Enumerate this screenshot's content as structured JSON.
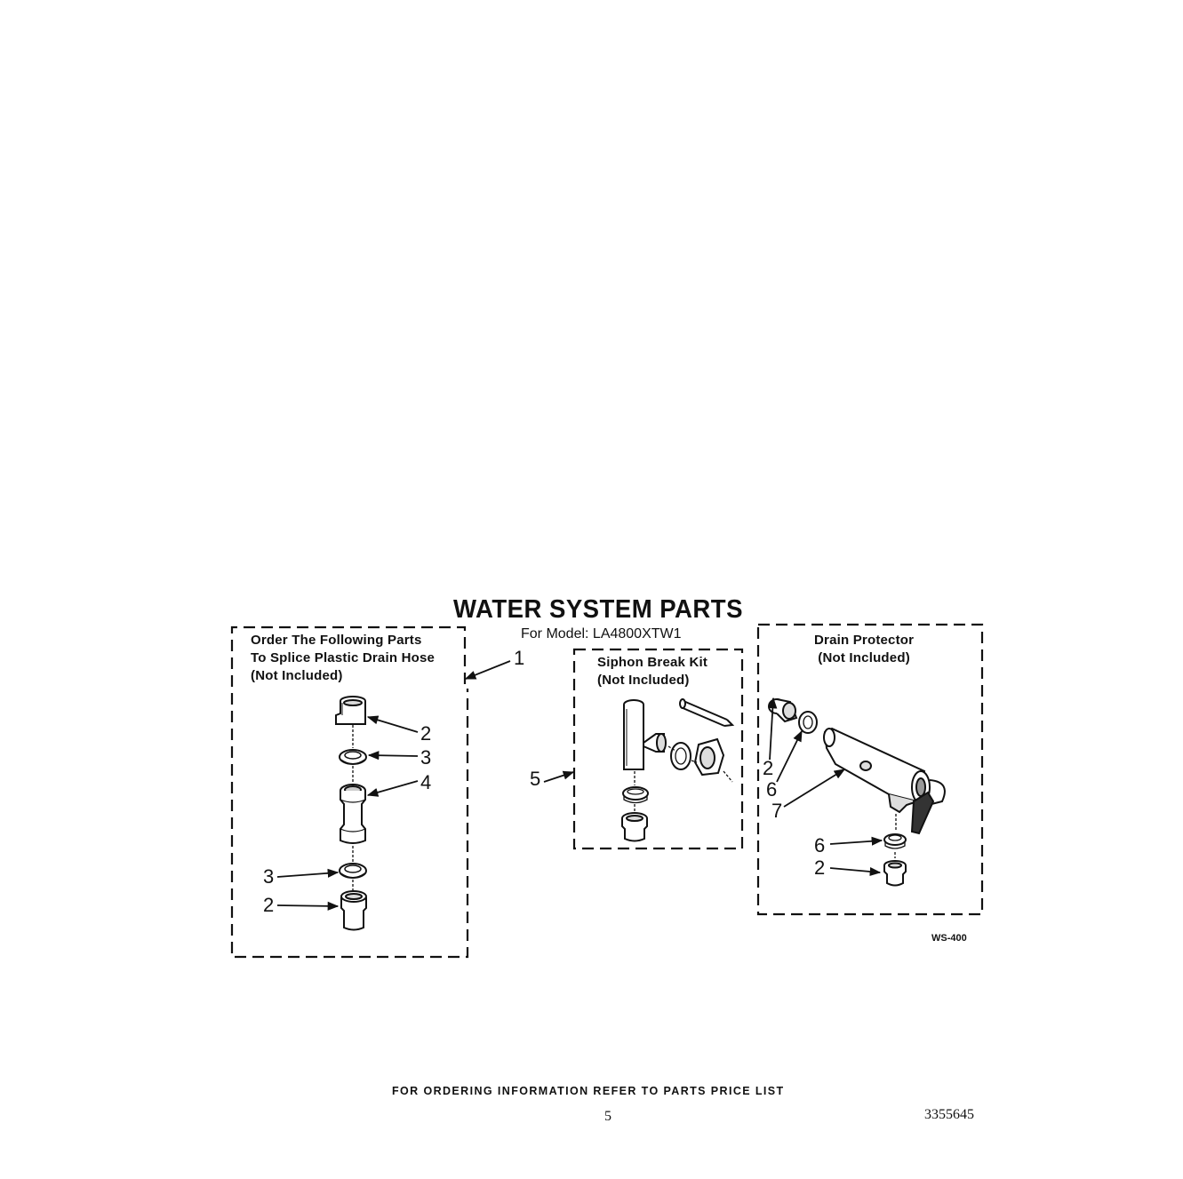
{
  "title": "WATER SYSTEM PARTS",
  "subtitle": "For Model: LA4800XTW1",
  "groups": {
    "splice": {
      "lines": [
        "Order The Following Parts",
        "To Splice Plastic Drain Hose",
        "(Not Included)"
      ]
    },
    "siphon": {
      "lines": [
        "Siphon Break Kit",
        "(Not Included)"
      ]
    },
    "drain": {
      "lines": [
        "Drain Protector",
        "(Not Included)"
      ]
    }
  },
  "callouts": {
    "c1": "1",
    "c2a": "2",
    "c3a": "3",
    "c4": "4",
    "c3b": "3",
    "c2b": "2",
    "c5": "5",
    "c2c": "2",
    "c6a": "6",
    "c7": "7",
    "c6b": "6",
    "c2d": "2"
  },
  "diagram_code": "WS-400",
  "footer": "FOR ORDERING INFORMATION REFER TO PARTS PRICE LIST",
  "page_number": "5",
  "document_number": "3355645",
  "colors": {
    "ink": "#111111",
    "paper": "#ffffff"
  }
}
